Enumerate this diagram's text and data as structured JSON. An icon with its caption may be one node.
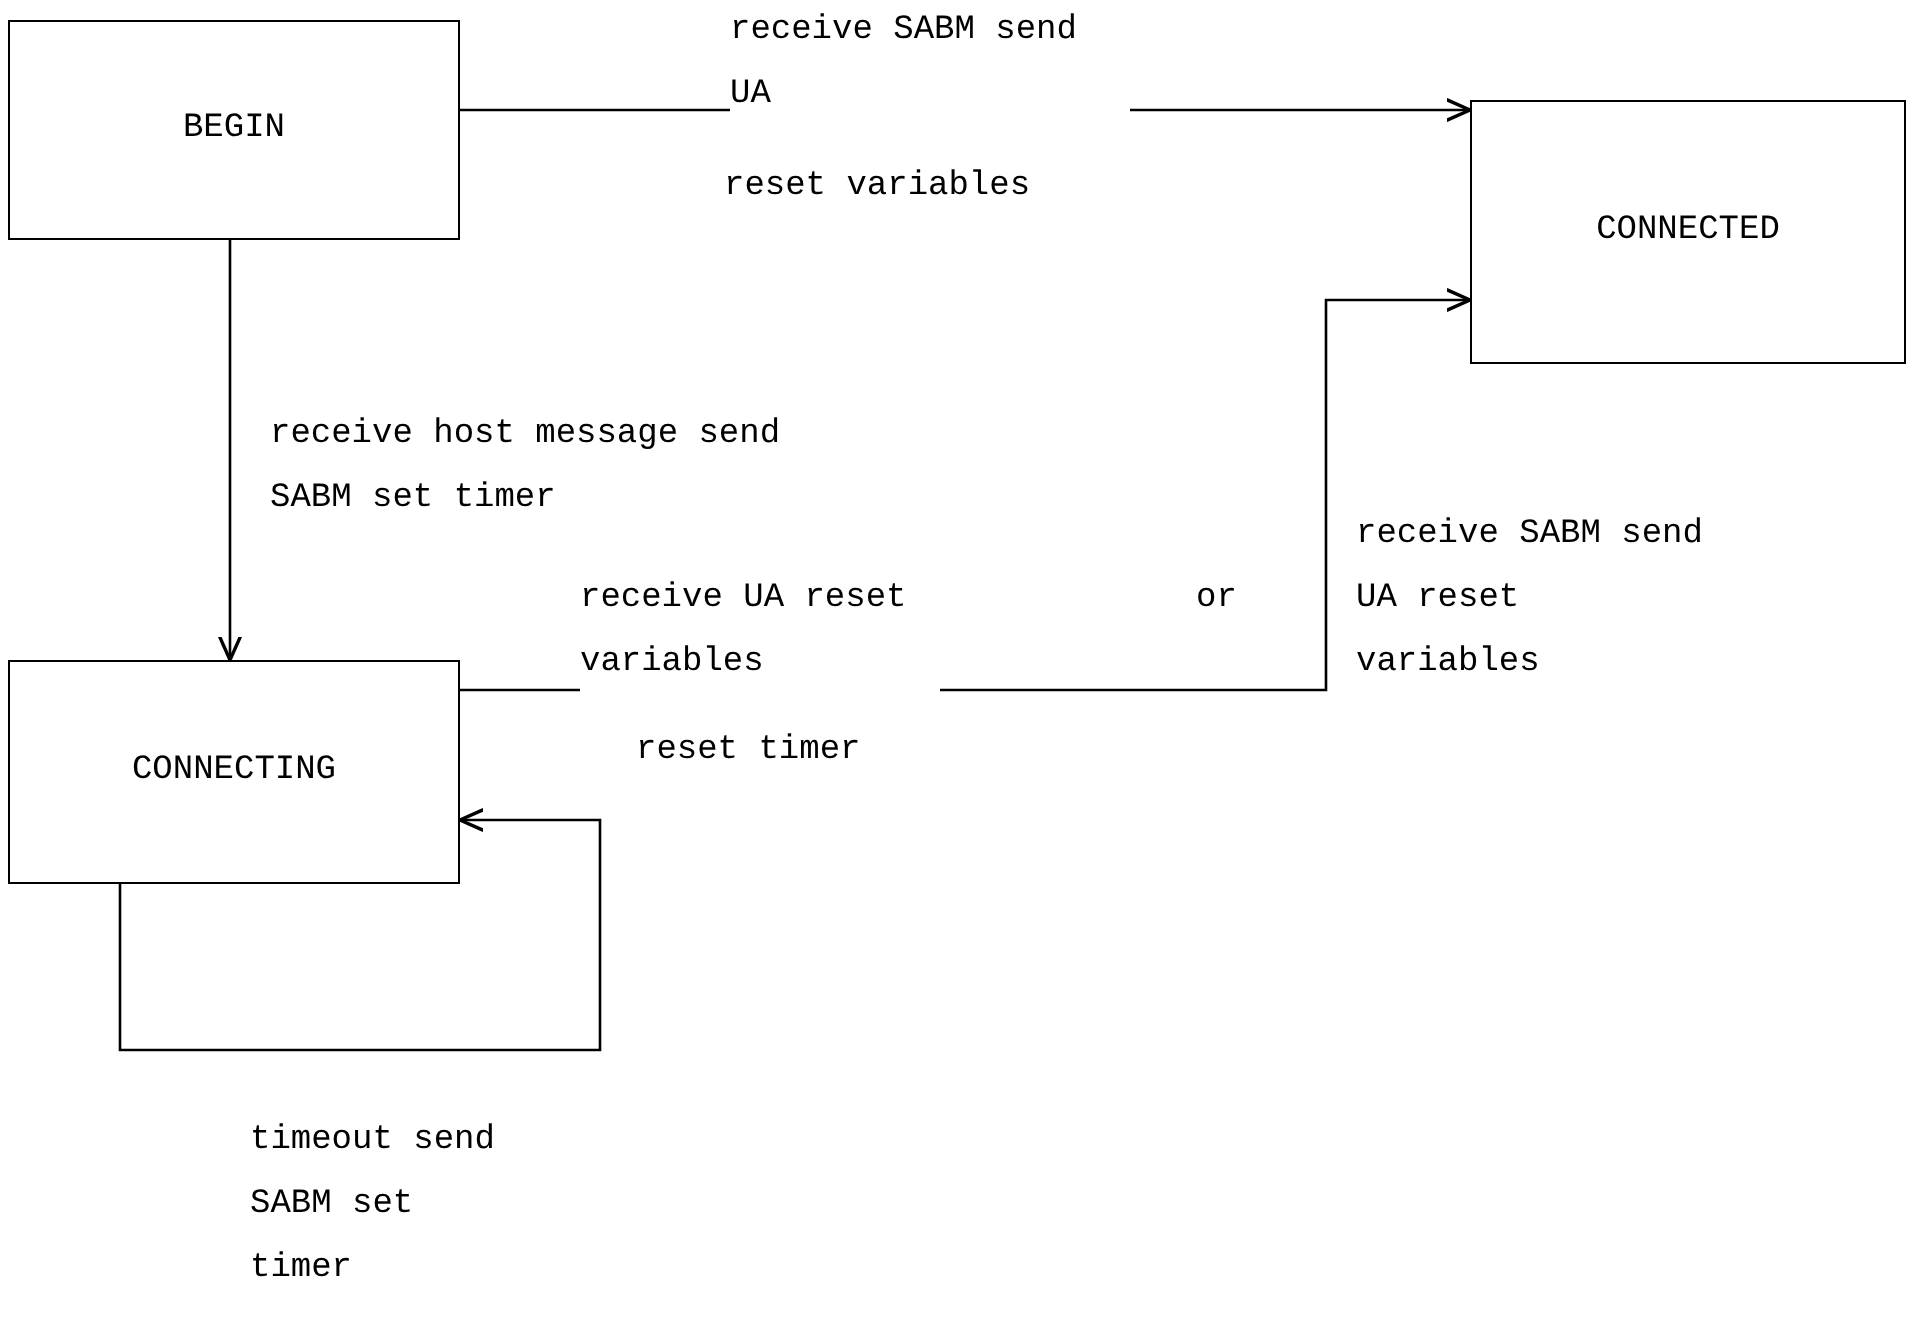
{
  "diagram": {
    "nodes": [
      {
        "text": [
          "BEGIN"
        ]
      },
      {
        "text": [
          "CONNECTED"
        ]
      },
      {
        "text": [
          "CONNECTING"
        ]
      }
    ],
    "edges": [
      {
        "from": 0,
        "to": 1,
        "arrow": "to",
        "label": "receive SABM send UA"
      },
      {
        "from": 0,
        "to": 2,
        "arrow": "to",
        "label": "receive host message send SABM set timer"
      },
      {
        "from": 2,
        "to": 1,
        "arrow": "to",
        "label": "receive UA reset variables"
      },
      {
        "from": 2,
        "to": 2,
        "arrow": "to",
        "label": "timeout send SABM set timer"
      }
    ],
    "labels": [
      "reset variables",
      "or",
      "receive SABM send UA reset variables",
      "reset timer"
    ]
  }
}
